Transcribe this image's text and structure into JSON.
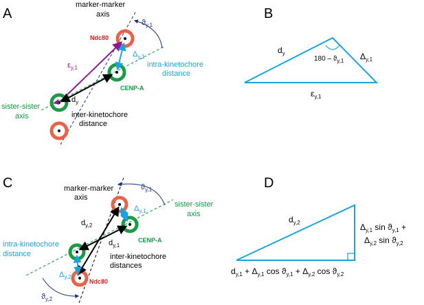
{
  "colors": {
    "ndc80": "#e8634a",
    "cenpa": "#1c9a45",
    "cyan": "#1aa3e0",
    "green_axis": "#2fa84f",
    "blue_angle": "#1a2e8a",
    "purple": "#8a1a9a",
    "black": "#000000"
  },
  "panels": {
    "A": {
      "letter": "A",
      "marker_axis_1": "marker-marker",
      "marker_axis_2": "axis",
      "ndc80": "Ndc80",
      "cenpa": "CENP-A",
      "intra_1": "intra-kinetochore",
      "intra_2": "distance",
      "inter_1": "inter-kinetochore",
      "inter_2": "distance",
      "sister_1": "sister-sister",
      "sister_2": "axis",
      "eps": "ε",
      "eps_sub": "y,1",
      "delta": "Δ",
      "delta_sub": "y,1",
      "theta": "ϑ",
      "theta_sub": "y,1",
      "d": "d",
      "d_sub": "y"
    },
    "B": {
      "letter": "B",
      "d": "d",
      "d_sub": "y",
      "delta": "Δ",
      "delta_sub": "y,1",
      "angle": "180 – ϑ",
      "angle_sub": "y,1",
      "eps": "ε",
      "eps_sub": "y,1"
    },
    "C": {
      "letter": "C",
      "marker_axis_1": "marker-marker",
      "marker_axis_2": "axis",
      "sister_1": "sister-sister",
      "sister_2": "axis",
      "ndc80": "Ndc80",
      "cenpa": "CENP-A",
      "intra_1": "intra-kinetochore",
      "intra_2": "distance",
      "inter_1": "inter-kinetochore",
      "inter_2": "distances",
      "theta1": "ϑ",
      "theta1_sub": "y,1",
      "theta2": "ϑ",
      "theta2_sub": "y,2",
      "delta1": "Δ",
      "delta1_sub": "y,1",
      "delta2": "Δ",
      "delta2_sub": "y,2",
      "d2": "d",
      "d2_sub": "y,2",
      "d1": "d",
      "d1_sub": "y,1"
    },
    "D": {
      "letter": "D",
      "hyp": "d",
      "hyp_sub": "y,2",
      "r1_a": "Δ",
      "r1_a_sub": "y,1",
      "r1_b": " sin ϑ",
      "r1_b_sub": "y,1",
      "r1_c": " +",
      "r2_a": "Δ",
      "r2_a_sub": "y,2",
      "r2_b": " sin ϑ",
      "r2_b_sub": "y,2",
      "b_1": "d",
      "b_1_sub": "y,1",
      "b_2": " + Δ",
      "b_2_sub": "y,1",
      "b_3": " cos ϑ",
      "b_3_sub": "y,1",
      "b_4": " + Δ",
      "b_4_sub": "y,2",
      "b_5": " cos ϑ",
      "b_5_sub": "y,2"
    }
  }
}
